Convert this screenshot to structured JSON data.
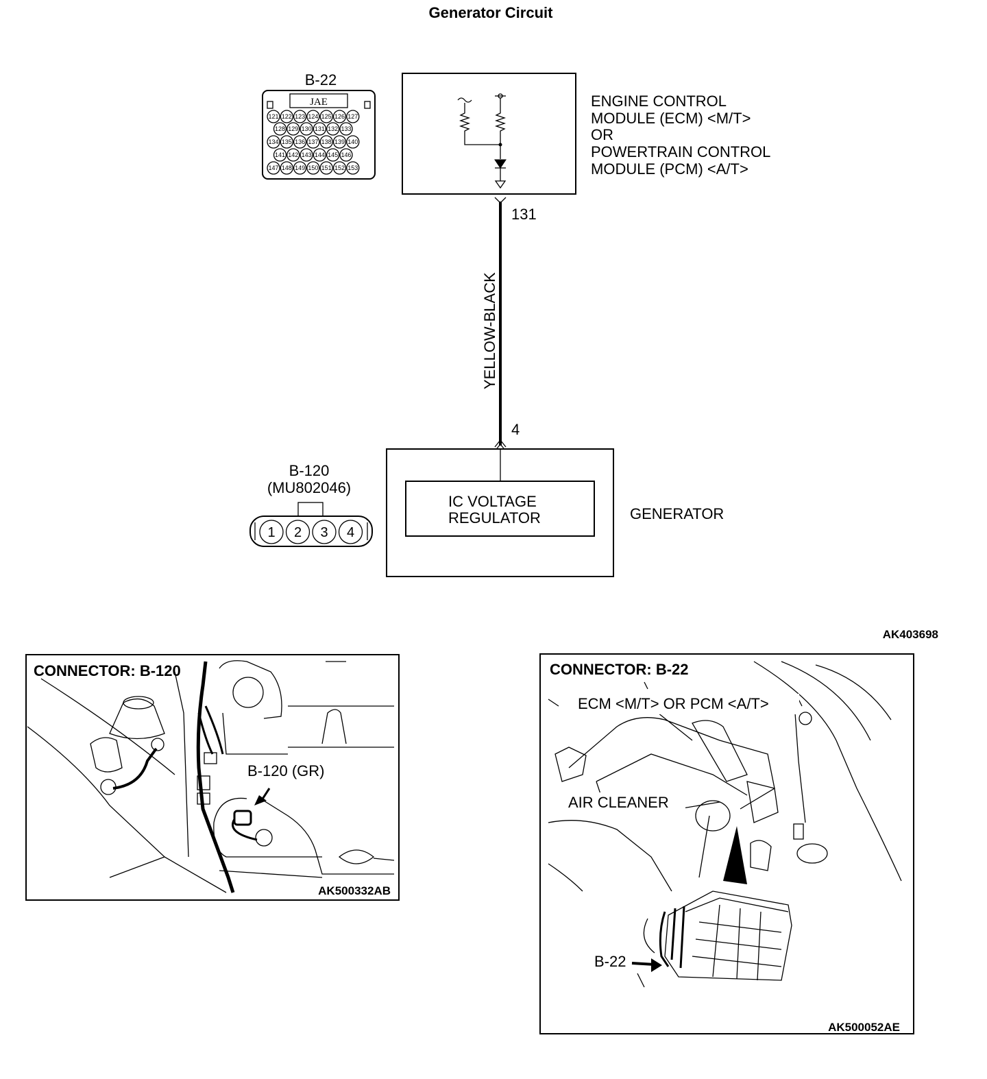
{
  "title": "Generator Circuit",
  "figure_code": "AK403698",
  "ecm": {
    "connector_id": "B-22",
    "connector_maker": "JAE",
    "pin_rows": [
      [
        "121",
        "122",
        "123",
        "124",
        "125",
        "126",
        "127"
      ],
      [
        "128",
        "129",
        "130",
        "131",
        "132",
        "133"
      ],
      [
        "134",
        "135",
        "136",
        "137",
        "138",
        "139",
        "140"
      ],
      [
        "141",
        "142",
        "143",
        "144",
        "145",
        "146"
      ],
      [
        "147",
        "148",
        "149",
        "150",
        "151",
        "152",
        "153"
      ]
    ],
    "label_lines": [
      "ENGINE CONTROL",
      "MODULE (ECM) <M/T>",
      "OR",
      "POWERTRAIN CONTROL",
      "MODULE (PCM) <A/T>"
    ],
    "terminal": "131"
  },
  "wire": {
    "color": "YELLOW-BLACK"
  },
  "generator": {
    "connector_id": "B-120",
    "connector_part": "(MU802046)",
    "pins": [
      "1",
      "2",
      "3",
      "4"
    ],
    "terminal": "4",
    "regulator_lines": [
      "IC VOLTAGE",
      "REGULATOR"
    ],
    "label": "GENERATOR"
  },
  "panel_left": {
    "title": "CONNECTOR: B-120",
    "callout": "B-120 (GR)",
    "code": "AK500332AB"
  },
  "panel_right": {
    "title": "CONNECTOR: B-22",
    "callout_ecm": "ECM <M/T> OR PCM <A/T>",
    "callout_air": "AIR CLEANER",
    "callout_conn": "B-22",
    "code": "AK500052AE"
  }
}
